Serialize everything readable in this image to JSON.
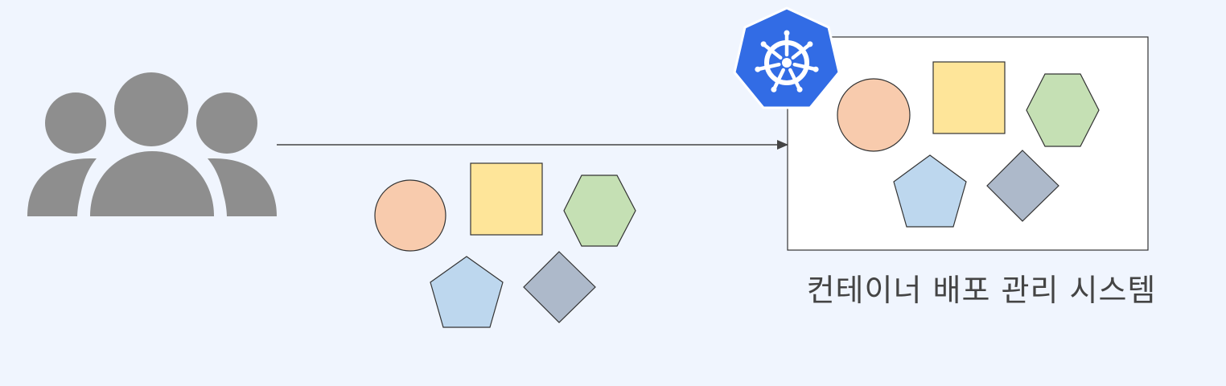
{
  "colors": {
    "background": "#f0f5fe",
    "users_icon": "#8e8e8e",
    "arrow": "#444444",
    "cluster_box_fill": "#ffffff",
    "cluster_box_stroke": "#333333",
    "kubernetes_logo": "#326ce5",
    "circle": "#f8cbad",
    "square": "#fee599",
    "hexagon": "#c5e0b4",
    "pentagon": "#bdd7ee",
    "diamond": "#adb9ca",
    "shape_stroke": "#333333",
    "caption_text": "#444444"
  },
  "icons": {
    "users": "users-group-icon",
    "cluster_logo": "kubernetes-helm-icon"
  },
  "container_shapes": [
    "circle",
    "square",
    "hexagon",
    "pentagon",
    "diamond"
  ],
  "cluster_caption": "컨테이너 배포 관리 시스템"
}
